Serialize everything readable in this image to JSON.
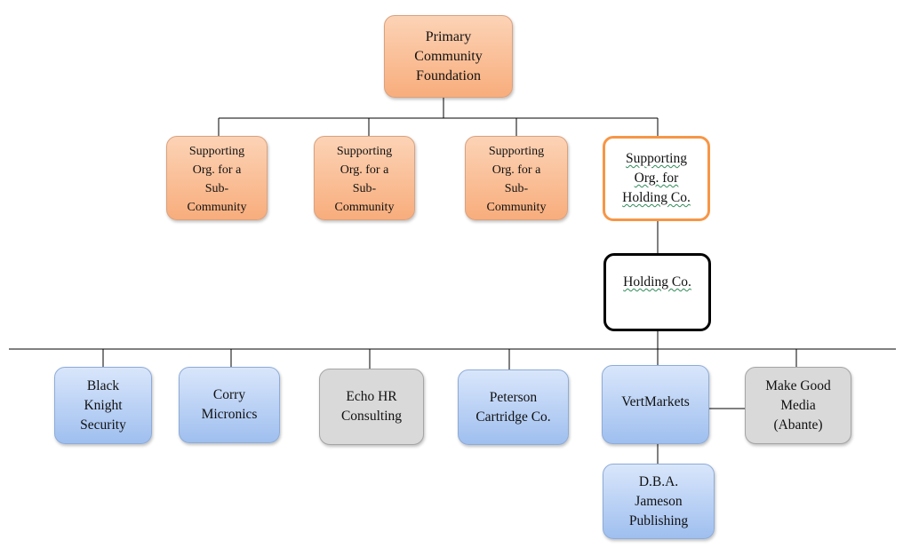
{
  "nodes": {
    "primary": "Primary\nCommunity\nFoundation",
    "sub1": "Supporting\nOrg. for a\nSub-\nCommunity",
    "sub2": "Supporting\nOrg. for a\nSub-\nCommunity",
    "sub3": "Supporting\nOrg. for a\nSub-\nCommunity",
    "support_holding": "Supporting\nOrg. for\nHolding Co.",
    "holding": "Holding Co.",
    "black_knight": "Black\nKnight\nSecurity",
    "corry": "Corry\nMicronics",
    "echo": "Echo HR\nConsulting",
    "peterson": "Peterson\nCartridge Co.",
    "vertmarkets": "VertMarkets",
    "makegood": "Make Good\nMedia\n(Abante)",
    "dba": "D.B.A.\nJameson\nPublishing"
  },
  "colors": {
    "orange_fill": "#f8ad7c",
    "orange_border": "#f79646",
    "blue_fill": "#9fbfef",
    "gray_fill": "#d9d9d9",
    "line": "#000000"
  }
}
